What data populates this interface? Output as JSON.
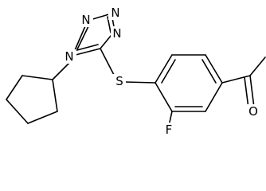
{
  "molecule": {
    "atoms": {
      "n_top_right": "N",
      "n_top_left": "N",
      "n_left": "N",
      "n_bottom": "N",
      "sulfur": "S",
      "fluorine": "F",
      "oxygen": "O"
    }
  },
  "colors": {
    "bond": "#000000",
    "label": "#000000",
    "background": "#ffffff"
  }
}
